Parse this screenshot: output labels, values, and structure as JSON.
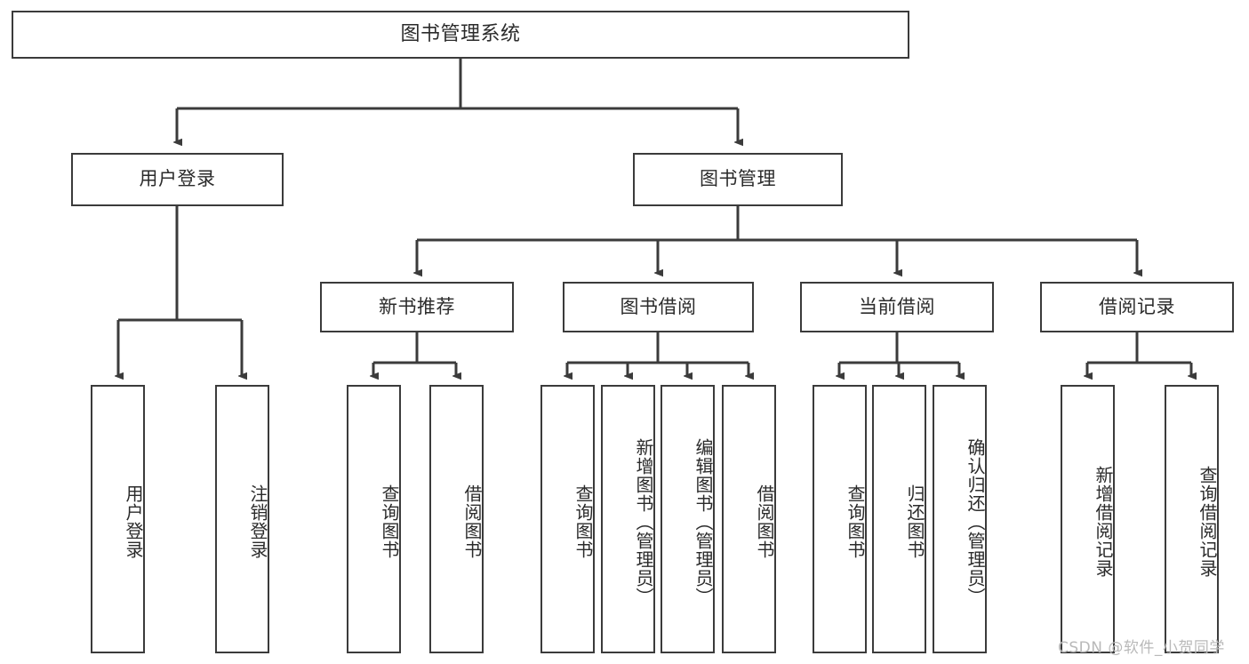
{
  "diagram": {
    "type": "tree-hierarchy-chart",
    "title_node": {
      "id": "root",
      "label": "图书管理系统"
    },
    "level2": [
      {
        "id": "user-login",
        "label": "用户登录"
      },
      {
        "id": "book-manage",
        "label": "图书管理"
      }
    ],
    "level3": [
      {
        "id": "new-book-rec",
        "label": "新书推荐"
      },
      {
        "id": "book-borrow",
        "label": "图书借阅"
      },
      {
        "id": "current-borrow",
        "label": "当前借阅"
      },
      {
        "id": "borrow-record",
        "label": "借阅记录"
      }
    ],
    "leaves": {
      "user-login": [
        {
          "id": "leaf-user-login",
          "label": "用户登录"
        },
        {
          "id": "leaf-logout",
          "label": "注销登录"
        }
      ],
      "new-book-rec": [
        {
          "id": "leaf-query-book-1",
          "label": "查询图书"
        },
        {
          "id": "leaf-borrow-book-1",
          "label": "借阅图书"
        }
      ],
      "book-borrow": [
        {
          "id": "leaf-query-book-2",
          "label": "查询图书"
        },
        {
          "id": "leaf-add-book",
          "label": "新增图书（管理员）"
        },
        {
          "id": "leaf-edit-book",
          "label": "编辑图书（管理员）"
        },
        {
          "id": "leaf-borrow-book-2",
          "label": "借阅图书"
        }
      ],
      "current-borrow": [
        {
          "id": "leaf-query-book-3",
          "label": "查询图书"
        },
        {
          "id": "leaf-return-book",
          "label": "归还图书"
        },
        {
          "id": "leaf-confirm-return",
          "label": "确认归还（管理员）"
        }
      ],
      "borrow-record": [
        {
          "id": "leaf-add-record",
          "label": "新增借阅记录"
        },
        {
          "id": "leaf-query-record",
          "label": "查询借阅记录"
        }
      ]
    },
    "colors": {
      "background": "#ffffff",
      "box_border": "#3b3b3b",
      "box_fill": "#ffffff",
      "text": "#2b2b2b",
      "edge": "#3b3b3b",
      "watermark": "#b9b9b9"
    }
  },
  "watermark": {
    "text": "CSDN @软件_小贺同学"
  }
}
